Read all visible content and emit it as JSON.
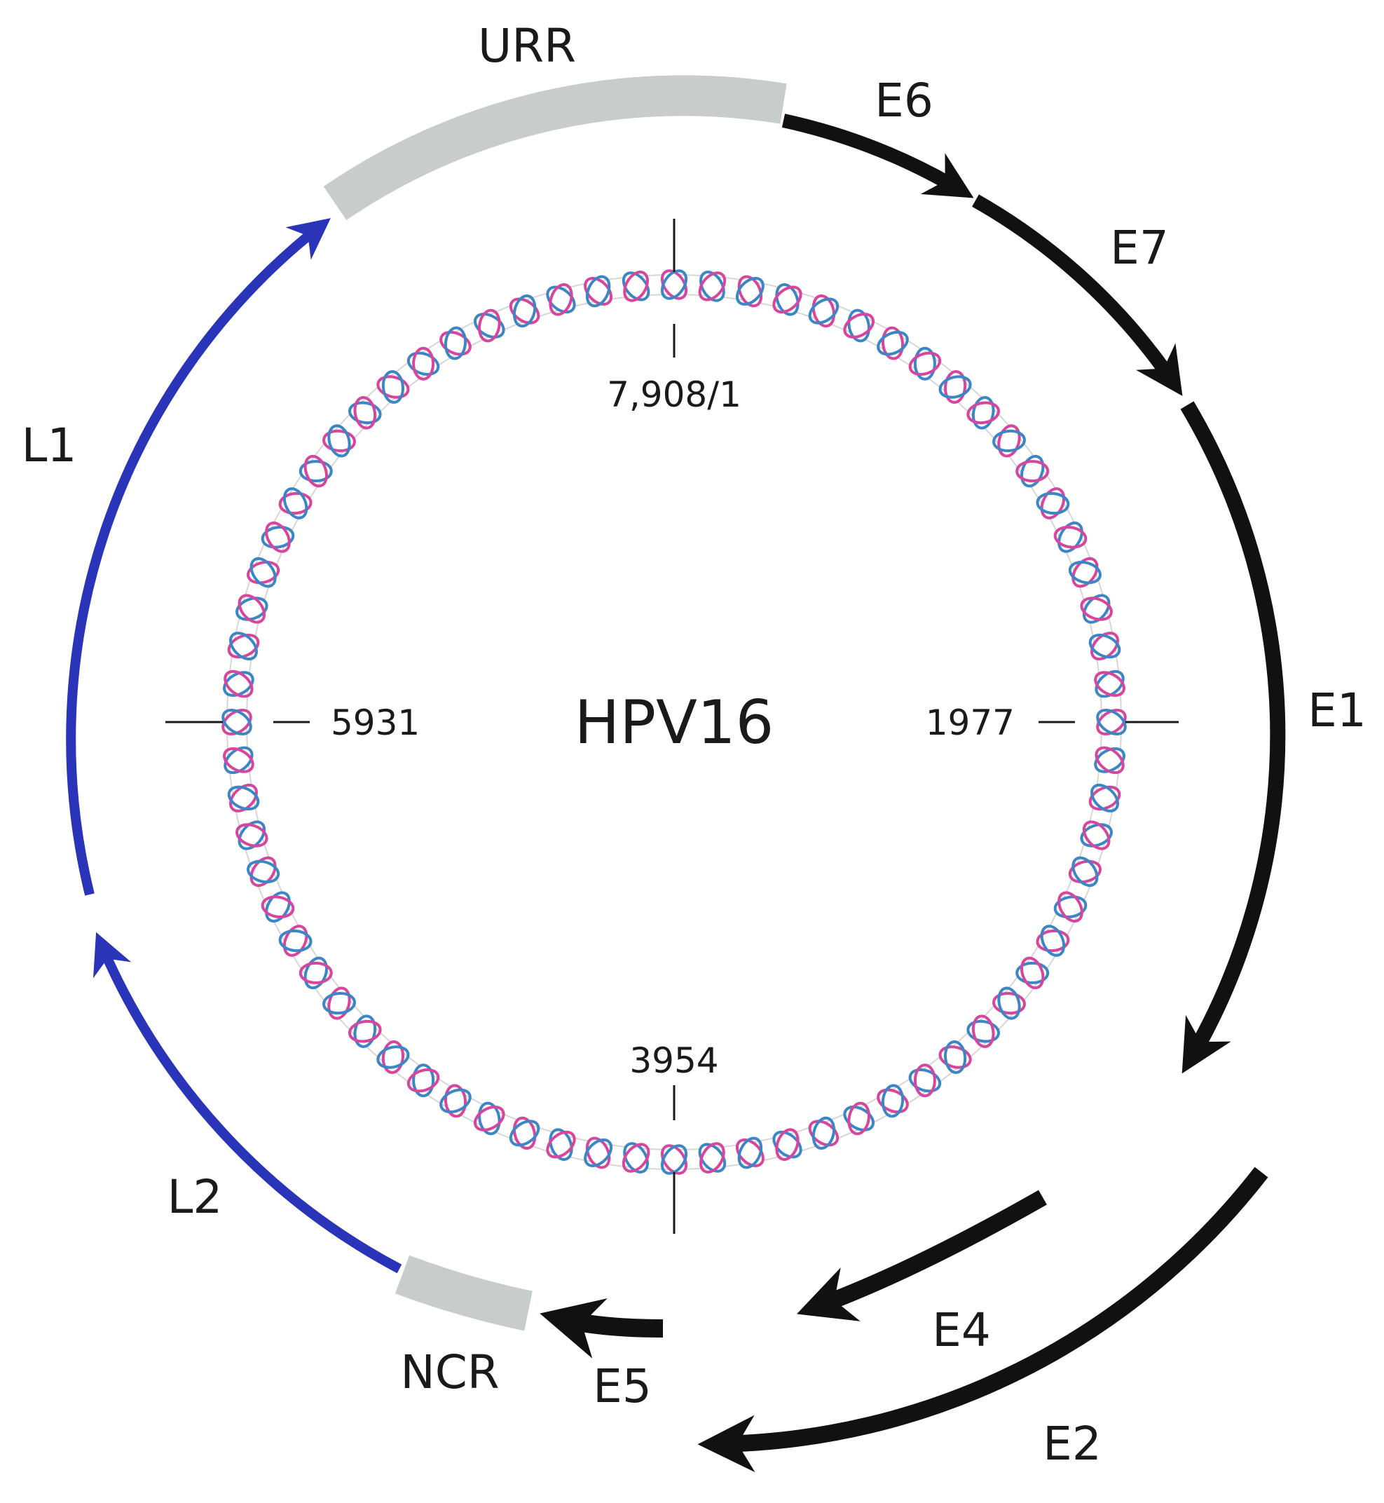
{
  "genome": {
    "name": "HPV16",
    "positions": {
      "top": "7,908/1",
      "right": "1977",
      "bottom": "3954",
      "left": "5931"
    }
  },
  "genes": {
    "urr": "URR",
    "e6": "E6",
    "e7": "E7",
    "e1": "E1",
    "e2": "E2",
    "e4": "E4",
    "e5": "E5",
    "ncr": "NCR",
    "l2": "L2",
    "l1": "L1"
  },
  "colors": {
    "early": "#111111",
    "late": "#2a34b8",
    "noncoding": "#c8ccca",
    "helix_a": "#d6459e",
    "helix_b": "#3d86c6"
  }
}
